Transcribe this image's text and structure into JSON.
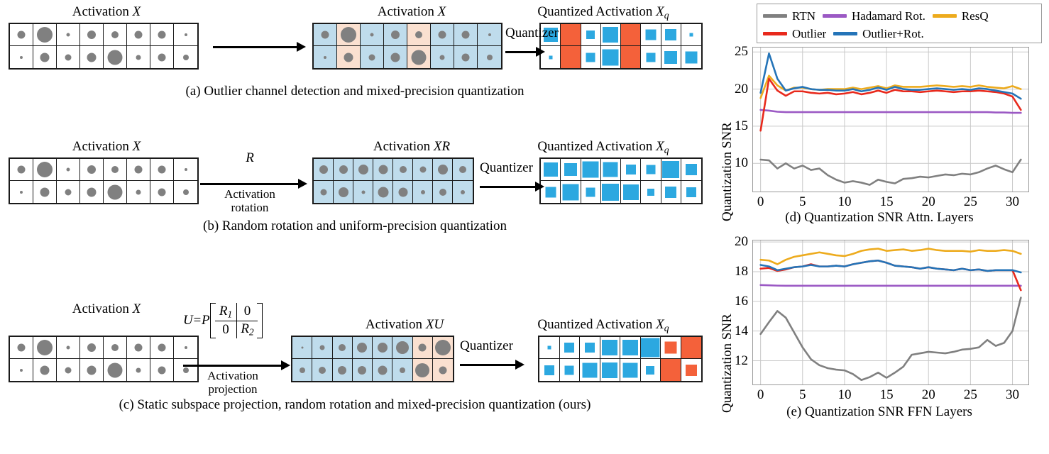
{
  "figure": {
    "panels": [
      {
        "id": "a",
        "caption": "(a) Outlier channel detection and mixed-precision quantization",
        "left_title": "Activation X",
        "mid_title": "Activation X",
        "right_title": "Quantized Activation Xq",
        "arrow1_label": "",
        "arrow2_label": "Quantizer"
      },
      {
        "id": "b",
        "caption": "(b) Random rotation and uniform-precision quantization",
        "left_title": "Activation X",
        "mid_title": "Activation XR",
        "right_title": "Quantized Activation Xq",
        "arrow1_label": "R",
        "arrow1_sublabel_line1": "Activation",
        "arrow1_sublabel_line2": "rotation",
        "arrow2_label": "Quantizer"
      },
      {
        "id": "c",
        "caption": "(c) Static subspace projection, random rotation and mixed-precision quantization (ours)",
        "left_title": "Activation X",
        "mid_title": "Activation XU",
        "right_title": "Quantized Activation Xq",
        "arrow1_label": "U=P",
        "matrix": [
          [
            "R1",
            "0"
          ],
          [
            "0",
            "R2"
          ]
        ],
        "arrow1_sublabel_line1": "Activation",
        "arrow1_sublabel_line2": "projection",
        "arrow2_label": "Quantizer"
      }
    ],
    "colors": {
      "dot_gray": "#808080",
      "cell_blue": "#bfdcec",
      "cell_peach": "#fae0d0",
      "mark_blue": "#2ca8e0",
      "mark_orange": "#f4613a",
      "outline": "#1a1a1a"
    },
    "grids": {
      "a_left": {
        "cols": 8,
        "rows": 2,
        "bg": [
          [
            "w",
            "w",
            "w",
            "w",
            "w",
            "w",
            "w",
            "w"
          ],
          [
            "w",
            "w",
            "w",
            "w",
            "w",
            "w",
            "w",
            "w"
          ]
        ],
        "dots": [
          [
            11,
            22,
            5,
            12,
            10,
            11,
            11,
            4
          ],
          [
            4,
            13,
            9,
            13,
            21,
            7,
            11,
            8
          ]
        ]
      },
      "a_mid": {
        "cols": 8,
        "rows": 2,
        "bg": [
          [
            "b",
            "p",
            "b",
            "b",
            "p",
            "b",
            "b",
            "b"
          ],
          [
            "b",
            "p",
            "b",
            "b",
            "p",
            "b",
            "b",
            "b"
          ]
        ],
        "dots": [
          [
            11,
            22,
            5,
            12,
            10,
            11,
            11,
            4
          ],
          [
            4,
            13,
            9,
            13,
            21,
            7,
            11,
            8
          ]
        ]
      },
      "a_right": {
        "cols": 8,
        "rows": 2,
        "bgmark": [
          [
            "b",
            "P",
            "b",
            "b",
            "P",
            "b",
            "b",
            "b"
          ],
          [
            "b",
            "P",
            "b",
            "b",
            "P",
            "b",
            "b",
            "b"
          ]
        ],
        "sizes": [
          [
            20,
            42,
            12,
            22,
            17,
            15,
            16,
            5
          ],
          [
            5,
            24,
            13,
            23,
            42,
            13,
            18,
            17
          ]
        ]
      },
      "b_left": {
        "cols": 8,
        "rows": 2,
        "bg": [
          [
            "w",
            "w",
            "w",
            "w",
            "w",
            "w",
            "w",
            "w"
          ],
          [
            "w",
            "w",
            "w",
            "w",
            "w",
            "w",
            "w",
            "w"
          ]
        ],
        "dots": [
          [
            11,
            22,
            5,
            12,
            10,
            11,
            11,
            4
          ],
          [
            4,
            13,
            9,
            13,
            21,
            7,
            11,
            8
          ]
        ]
      },
      "b_mid": {
        "cols": 8,
        "rows": 2,
        "bg": [
          [
            "b",
            "b",
            "b",
            "b",
            "b",
            "b",
            "b",
            "b"
          ],
          [
            "b",
            "b",
            "b",
            "b",
            "b",
            "b",
            "b",
            "b"
          ]
        ],
        "dots": [
          [
            12,
            12,
            14,
            13,
            10,
            9,
            14,
            10
          ],
          [
            9,
            14,
            5,
            15,
            13,
            6,
            10,
            6
          ]
        ]
      },
      "b_right": {
        "cols": 8,
        "rows": 2,
        "bgmark": [
          [
            "b",
            "b",
            "b",
            "b",
            "b",
            "b",
            "b",
            "b"
          ],
          [
            "b",
            "b",
            "b",
            "b",
            "b",
            "b",
            "b",
            "b"
          ]
        ],
        "sizes": [
          [
            20,
            18,
            23,
            21,
            14,
            13,
            24,
            16
          ],
          [
            15,
            23,
            13,
            24,
            22,
            10,
            16,
            14
          ]
        ]
      },
      "c_left": {
        "cols": 8,
        "rows": 2,
        "bg": [
          [
            "w",
            "w",
            "w",
            "w",
            "w",
            "w",
            "w",
            "w"
          ],
          [
            "w",
            "w",
            "w",
            "w",
            "w",
            "w",
            "w",
            "w"
          ]
        ],
        "dots": [
          [
            11,
            22,
            5,
            12,
            10,
            11,
            11,
            4
          ],
          [
            4,
            13,
            9,
            13,
            21,
            7,
            11,
            8
          ]
        ]
      },
      "c_mid": {
        "cols": 8,
        "rows": 2,
        "bg": [
          [
            "b",
            "b",
            "b",
            "b",
            "b",
            "b",
            "p",
            "p"
          ],
          [
            "b",
            "b",
            "b",
            "b",
            "b",
            "b",
            "p",
            "p"
          ]
        ],
        "dots": [
          [
            3,
            7,
            10,
            14,
            14,
            18,
            11,
            22
          ],
          [
            8,
            10,
            12,
            12,
            13,
            8,
            20,
            11
          ]
        ]
      },
      "c_right": {
        "cols": 8,
        "rows": 2,
        "bgmark": [
          [
            "b",
            "b",
            "b",
            "b",
            "b",
            "b",
            "o",
            "O"
          ],
          [
            "b",
            "b",
            "b",
            "b",
            "b",
            "b",
            "O",
            "o"
          ]
        ],
        "sizes": [
          [
            5,
            14,
            14,
            22,
            22,
            27,
            17,
            40
          ],
          [
            14,
            13,
            21,
            22,
            21,
            12,
            32,
            16
          ]
        ]
      }
    }
  },
  "chart_data": [
    {
      "id": "d",
      "type": "line",
      "title": "(d) Quantization SNR Attn. Layers",
      "xlabel": "",
      "ylabel": "Quantization SNR",
      "xticks": [
        0,
        5,
        10,
        15,
        20,
        25,
        30
      ],
      "yticks": [
        10,
        15,
        20,
        25
      ],
      "xlim": [
        -0.9,
        31.9
      ],
      "ylim": [
        6.2,
        25.6
      ],
      "grid": true,
      "legend_position": "above",
      "x": [
        0,
        1,
        2,
        3,
        4,
        5,
        6,
        7,
        8,
        9,
        10,
        11,
        12,
        13,
        14,
        15,
        16,
        17,
        18,
        19,
        20,
        21,
        22,
        23,
        24,
        25,
        26,
        27,
        28,
        29,
        30,
        31
      ],
      "series": [
        {
          "name": "RTN",
          "color": "#808080",
          "values": [
            10.5,
            10.4,
            9.3,
            10.0,
            9.3,
            9.7,
            9.1,
            9.3,
            8.4,
            7.8,
            7.4,
            7.6,
            7.4,
            7.1,
            7.8,
            7.5,
            7.3,
            7.9,
            8.0,
            8.2,
            8.1,
            8.3,
            8.5,
            8.4,
            8.6,
            8.5,
            8.8,
            9.3,
            9.7,
            9.2,
            8.8,
            10.5
          ]
        },
        {
          "name": "Hadamard Rot.",
          "color": "#9b59c4",
          "values": [
            17.2,
            17.1,
            16.95,
            16.9,
            16.9,
            16.9,
            16.9,
            16.9,
            16.9,
            16.9,
            16.9,
            16.9,
            16.9,
            16.9,
            16.9,
            16.9,
            16.9,
            16.9,
            16.9,
            16.9,
            16.9,
            16.9,
            16.9,
            16.9,
            16.9,
            16.9,
            16.9,
            16.9,
            16.85,
            16.85,
            16.8,
            16.8
          ]
        },
        {
          "name": "ResQ",
          "color": "#edab1d",
          "values": [
            18.8,
            21.8,
            20.5,
            19.8,
            20.2,
            20.2,
            20.0,
            19.9,
            20.0,
            20.0,
            20.0,
            20.2,
            20.0,
            20.2,
            20.4,
            20.1,
            20.5,
            20.3,
            20.3,
            20.3,
            20.4,
            20.5,
            20.4,
            20.3,
            20.4,
            20.3,
            20.5,
            20.3,
            20.2,
            20.1,
            20.4,
            20.0
          ]
        },
        {
          "name": "Outlier",
          "color": "#e8291c",
          "values": [
            14.4,
            21.4,
            19.8,
            19.1,
            19.7,
            19.7,
            19.5,
            19.4,
            19.5,
            19.3,
            19.4,
            19.6,
            19.3,
            19.5,
            19.8,
            19.5,
            19.9,
            19.7,
            19.7,
            19.6,
            19.7,
            19.8,
            19.7,
            19.6,
            19.7,
            19.7,
            19.8,
            19.7,
            19.6,
            19.4,
            19.0,
            17.2
          ]
        },
        {
          "name": "Outlier+Rot.",
          "color": "#2474b8",
          "values": [
            19.5,
            24.8,
            21.4,
            19.8,
            20.1,
            20.3,
            20.0,
            19.9,
            19.9,
            19.8,
            19.8,
            20.0,
            19.7,
            19.9,
            20.2,
            19.9,
            20.3,
            20.0,
            19.9,
            19.9,
            20.0,
            20.1,
            20.0,
            19.9,
            20.0,
            19.9,
            20.1,
            20.0,
            19.8,
            19.6,
            19.4,
            18.7
          ]
        }
      ]
    },
    {
      "id": "e",
      "type": "line",
      "title": "(e) Quantization SNR FFN Layers",
      "xlabel": "",
      "ylabel": "Quantization SNR",
      "xticks": [
        0,
        5,
        10,
        15,
        20,
        25,
        30
      ],
      "yticks": [
        12,
        14,
        16,
        18,
        20
      ],
      "xlim": [
        -0.9,
        31.9
      ],
      "ylim": [
        10.4,
        20.1
      ],
      "grid": true,
      "legend_position": "shared",
      "x": [
        0,
        1,
        2,
        3,
        4,
        5,
        6,
        7,
        8,
        9,
        10,
        11,
        12,
        13,
        14,
        15,
        16,
        17,
        18,
        19,
        20,
        21,
        22,
        23,
        24,
        25,
        26,
        27,
        28,
        29,
        30,
        31
      ],
      "series": [
        {
          "name": "RTN",
          "color": "#808080",
          "values": [
            13.8,
            14.6,
            15.35,
            14.9,
            13.9,
            12.9,
            12.1,
            11.7,
            11.5,
            11.4,
            11.35,
            11.1,
            10.7,
            10.9,
            11.2,
            10.85,
            11.2,
            11.6,
            12.4,
            12.5,
            12.6,
            12.55,
            12.5,
            12.6,
            12.75,
            12.8,
            12.9,
            13.4,
            13.0,
            13.2,
            14.0,
            16.25
          ]
        },
        {
          "name": "Hadamard Rot.",
          "color": "#9b59c4",
          "values": [
            17.1,
            17.08,
            17.06,
            17.05,
            17.05,
            17.05,
            17.05,
            17.05,
            17.05,
            17.05,
            17.05,
            17.05,
            17.05,
            17.05,
            17.05,
            17.05,
            17.05,
            17.05,
            17.05,
            17.05,
            17.05,
            17.05,
            17.05,
            17.05,
            17.05,
            17.05,
            17.05,
            17.05,
            17.05,
            17.05,
            17.05,
            17.05
          ]
        },
        {
          "name": "ResQ",
          "color": "#edab1d",
          "values": [
            18.8,
            18.75,
            18.5,
            18.8,
            19.0,
            19.1,
            19.2,
            19.3,
            19.2,
            19.1,
            19.05,
            19.2,
            19.4,
            19.5,
            19.55,
            19.4,
            19.45,
            19.5,
            19.4,
            19.45,
            19.55,
            19.45,
            19.4,
            19.4,
            19.4,
            19.35,
            19.45,
            19.4,
            19.4,
            19.45,
            19.4,
            19.2
          ]
        },
        {
          "name": "Outlier",
          "color": "#e8291c",
          "values": [
            18.2,
            18.25,
            18.05,
            18.15,
            18.3,
            18.35,
            18.5,
            18.35,
            18.35,
            18.4,
            18.35,
            18.5,
            18.6,
            18.7,
            18.75,
            18.6,
            18.4,
            18.35,
            18.3,
            18.2,
            18.3,
            18.2,
            18.15,
            18.1,
            18.2,
            18.1,
            18.15,
            18.05,
            18.1,
            18.1,
            18.1,
            16.75
          ]
        },
        {
          "name": "Outlier+Rot.",
          "color": "#2474b8",
          "values": [
            18.45,
            18.35,
            18.1,
            18.2,
            18.3,
            18.35,
            18.45,
            18.35,
            18.35,
            18.4,
            18.35,
            18.5,
            18.6,
            18.7,
            18.75,
            18.6,
            18.4,
            18.35,
            18.3,
            18.2,
            18.3,
            18.2,
            18.15,
            18.1,
            18.2,
            18.1,
            18.15,
            18.05,
            18.1,
            18.1,
            18.1,
            17.95
          ]
        }
      ]
    }
  ],
  "legend": {
    "row1": [
      {
        "label": "RTN",
        "color": "#808080"
      },
      {
        "label": "Hadamard Rot.",
        "color": "#9b59c4"
      },
      {
        "label": "ResQ",
        "color": "#edab1d"
      }
    ],
    "row2": [
      {
        "label": "Outlier",
        "color": "#e8291c"
      },
      {
        "label": "Outlier+Rot.",
        "color": "#2474b8"
      }
    ]
  }
}
